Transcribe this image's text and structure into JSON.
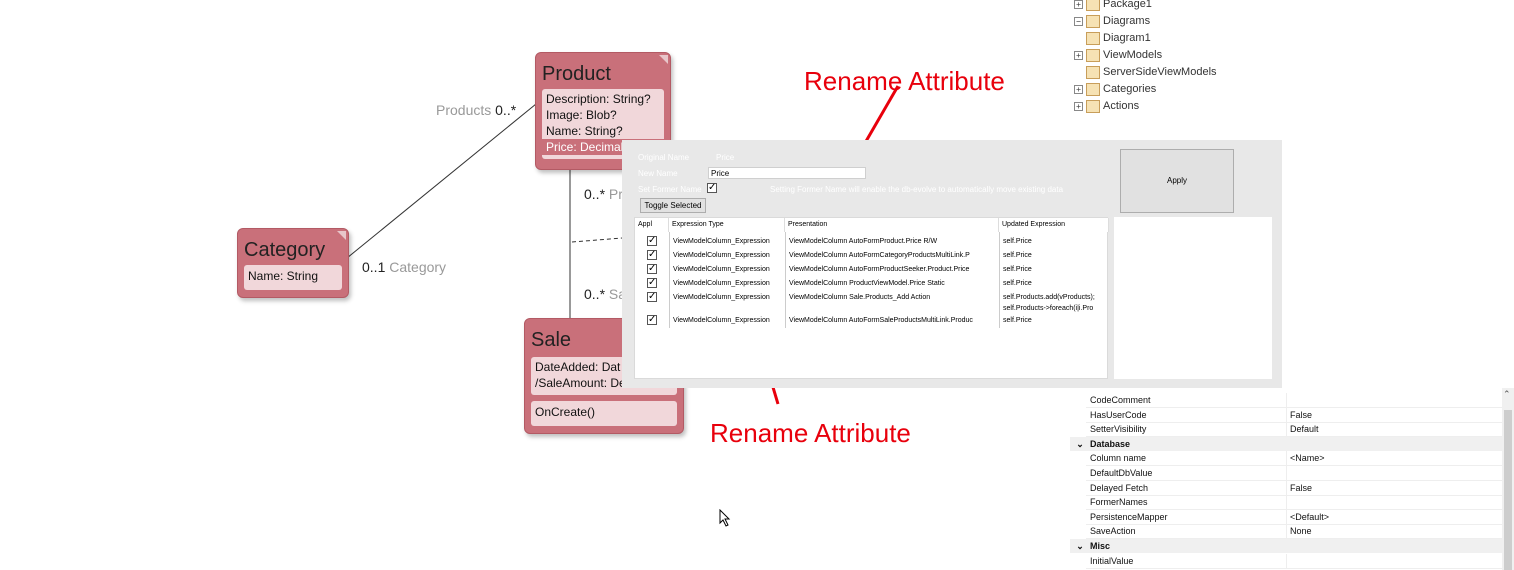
{
  "diagram": {
    "product": {
      "name": "Product",
      "attributes": [
        "Description: String?",
        "Image: Blob?",
        "Name: String?",
        "Price: Decimal"
      ]
    },
    "category": {
      "name": "Category",
      "attributes": [
        "Name: String"
      ]
    },
    "sale": {
      "name": "Sale",
      "attributes": [
        "DateAdded: Dat",
        "/SaleAmount: De"
      ],
      "methods": [
        "OnCreate()"
      ]
    },
    "assoc_products": {
      "role": "Products",
      "mult": "0..*"
    },
    "assoc_category": {
      "mult": "0..1",
      "role": "Category"
    },
    "assoc_pr": {
      "mult": "0..*",
      "role": "Pr"
    },
    "assoc_sa": {
      "mult": "0..*",
      "role": "Sa"
    }
  },
  "tree": {
    "items": [
      {
        "label": "Package1",
        "expander": "+"
      },
      {
        "label": "Diagrams",
        "expander": "−"
      },
      {
        "label": "Diagram1",
        "expander": ""
      },
      {
        "label": "ViewModels",
        "expander": "+"
      },
      {
        "label": "ServerSideViewModels",
        "expander": ""
      },
      {
        "label": "Categories",
        "expander": "+"
      },
      {
        "label": "Actions",
        "expander": "+"
      }
    ]
  },
  "dialog": {
    "original_name_label": "Original Name",
    "original_name_value": "Price",
    "new_name_label": "New Name",
    "new_name_value": "Price",
    "set_former_label": "Set Former Name",
    "set_former_hint": "Setting Former Name will enable the db-evolve to automatically move existing data",
    "apply_label": "Apply",
    "toggle_label": "Toggle Selected",
    "columns": [
      "Appl",
      "Expression Type",
      "Presentation",
      "Updated Expression"
    ],
    "rows": [
      {
        "type": "ViewModelColumn_Expression",
        "presentation": "ViewModelColumn AutoFormProduct.Price R/W",
        "expr": "self.Price"
      },
      {
        "type": "ViewModelColumn_Expression",
        "presentation": "ViewModelColumn AutoFormCategoryProductsMultiLink.P",
        "expr": "self.Price"
      },
      {
        "type": "ViewModelColumn_Expression",
        "presentation": "ViewModelColumn AutoFormProductSeeker.Product.Price",
        "expr": "self.Price"
      },
      {
        "type": "ViewModelColumn_Expression",
        "presentation": "ViewModelColumn ProductViewModel.Price Static",
        "expr": "self.Price"
      },
      {
        "type": "ViewModelColumn_Expression",
        "presentation": "ViewModelColumn Sale.Products_Add Action",
        "expr": "self.Products.add(vProducts);",
        "expr2": "self.Products->foreach(i|i.Pro"
      },
      {
        "type": "ViewModelColumn_Expression",
        "presentation": "ViewModelColumn AutoFormSaleProductsMultiLink.Produc",
        "expr": "self.Price"
      }
    ],
    "check_mark": "✓"
  },
  "annotations": {
    "top": "Rename Attribute",
    "bottom": "Rename Attribute"
  },
  "properties": {
    "rows": [
      {
        "kind": "row",
        "name": "CodeComment",
        "value": ""
      },
      {
        "kind": "row",
        "name": "HasUserCode",
        "value": "False"
      },
      {
        "kind": "row",
        "name": "SetterVisibility",
        "value": "Default"
      },
      {
        "kind": "cat",
        "name": "Database"
      },
      {
        "kind": "row",
        "name": "Column name",
        "value": "<Name>"
      },
      {
        "kind": "row",
        "name": "DefaultDbValue",
        "value": ""
      },
      {
        "kind": "row",
        "name": "Delayed Fetch",
        "value": "False"
      },
      {
        "kind": "row",
        "name": "FormerNames",
        "value": ""
      },
      {
        "kind": "row",
        "name": "PersistenceMapper",
        "value": "<Default>"
      },
      {
        "kind": "row",
        "name": "SaveAction",
        "value": "None"
      },
      {
        "kind": "cat",
        "name": "Misc"
      },
      {
        "kind": "row",
        "name": "InitialValue",
        "value": ""
      }
    ],
    "collapse_glyph": "⌄",
    "scroll_up_glyph": "⌃"
  },
  "colors": {
    "uml_fill": "#c9707a",
    "uml_attr": "#f1d7da",
    "annotation": "#e8000c",
    "dialog_bg": "#e8e8e8"
  }
}
